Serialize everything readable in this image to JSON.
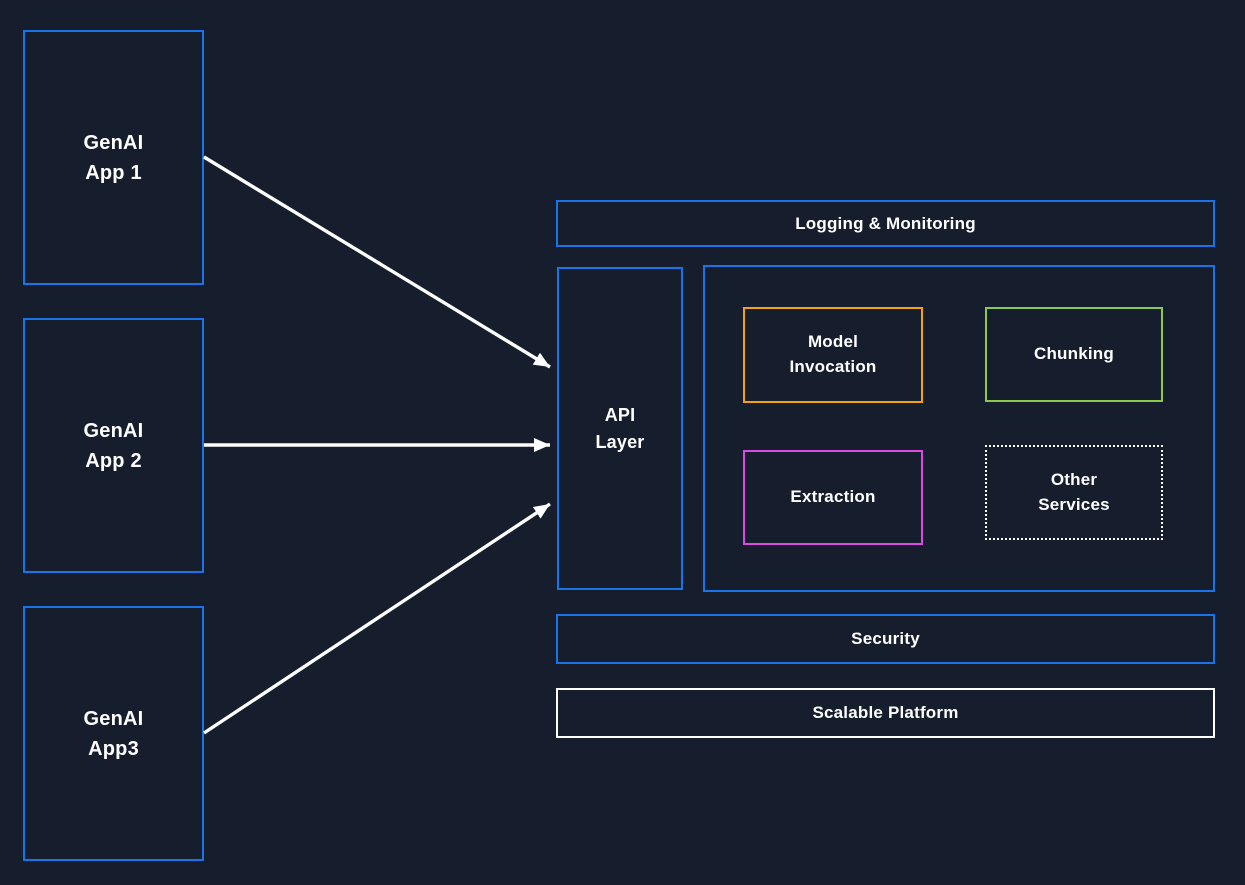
{
  "colors": {
    "background": "#161E2D",
    "blue_border": "#1874E8",
    "amber_border": "#F2A30E",
    "green_border": "#8CC84B",
    "magenta_border": "#DA4BE0",
    "white_border": "#FFFFFF",
    "text": "#FFFFFF",
    "arrow": "#FFFFFF"
  },
  "apps": [
    {
      "label": "GenAI\nApp 1"
    },
    {
      "label": "GenAI\nApp 2"
    },
    {
      "label": "GenAI\nApp3"
    }
  ],
  "api_layer": {
    "label": "API\nLayer"
  },
  "platform_bars": {
    "logging": "Logging & Monitoring",
    "security": "Security",
    "scalable": "Scalable Platform"
  },
  "services": [
    {
      "label": "Model\nInvocation",
      "border_color": "#F2A30E",
      "border_style": "solid"
    },
    {
      "label": "Chunking",
      "border_color": "#8CC84B",
      "border_style": "solid"
    },
    {
      "label": "Extraction",
      "border_color": "#DA4BE0",
      "border_style": "solid"
    },
    {
      "label": "Other\nServices",
      "border_color": "#FFFFFF",
      "border_style": "dotted"
    }
  ]
}
